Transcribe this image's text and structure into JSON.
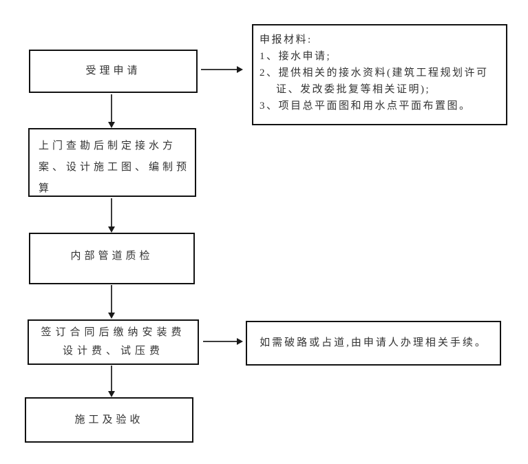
{
  "flowchart": {
    "boxes": {
      "accept": {
        "label": "受理申请"
      },
      "materials": {
        "title": "申报材料:",
        "item1": "1、接水申请;",
        "item2": "2、提供相关的接水资料(建筑工程规划许可证、发改委批复等相关证明);",
        "item3": "3、项目总平面图和用水点平面布置图。"
      },
      "survey": {
        "label": "上门查勘后制定接水方案、设计施工图、编制预算",
        "line1": "上门查勘后制定接水方",
        "line2": "案、设计施工图、编制预",
        "line3": "算"
      },
      "inspection": {
        "label": "内部管道质检"
      },
      "contract": {
        "line1": "签订合同后缴纳安装费",
        "line2": "设计费、试压费"
      },
      "road_note": {
        "label": "如需破路或占道,由申请人办理相关手续。"
      },
      "construction": {
        "label": "施工及验收"
      }
    },
    "colors": {
      "background": "#ffffff",
      "box_border": "#111111",
      "arrow": "#3a3a3a",
      "text": "#333333"
    }
  }
}
